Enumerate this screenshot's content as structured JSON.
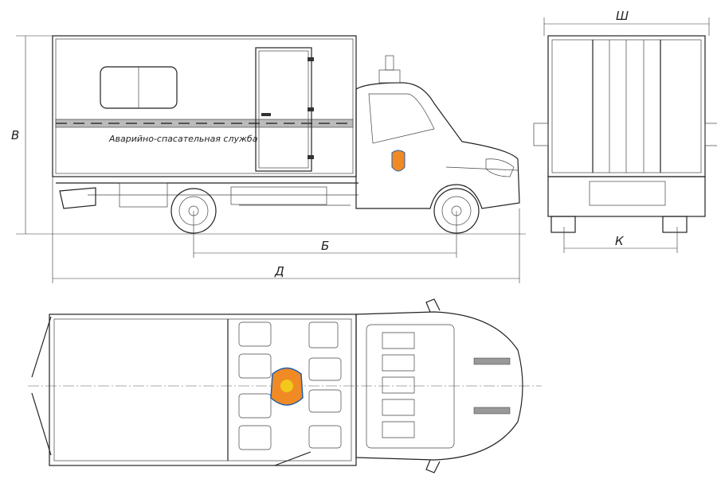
{
  "side_view": {
    "box_label": "Аварийно-спасательная служба"
  },
  "dimensions": {
    "height": "В",
    "wheelbase": "Б",
    "length": "Д",
    "width": "Ш",
    "track": "К"
  },
  "colors": {
    "line": "#222222",
    "emblem_orange": "#f08a24",
    "emblem_blue": "#1f5fb0",
    "emblem_yellow": "#f2c81a"
  }
}
